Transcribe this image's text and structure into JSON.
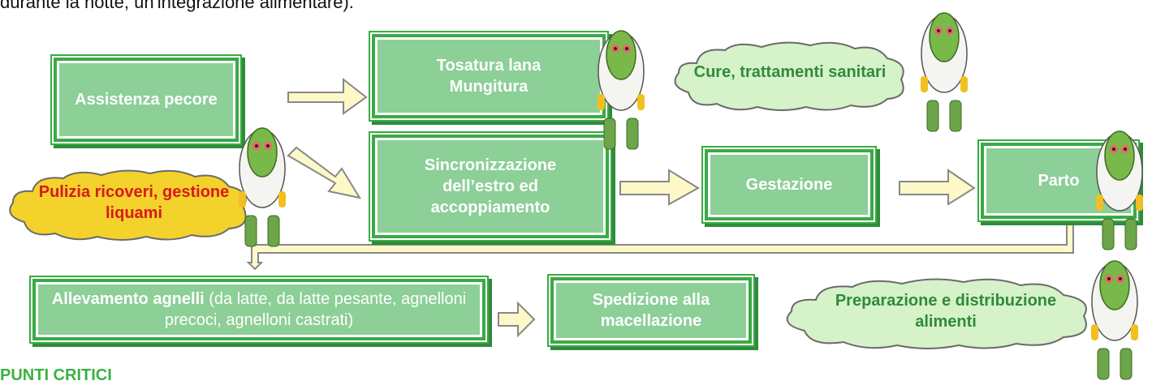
{
  "intro_text": "durante la notte, un'integrazione alimentare).",
  "critical_heading": "PUNTI CRITICI",
  "colors": {
    "box_fill": "#8ccf97",
    "box_border": "#3aaa45",
    "cloud_green": "#d6f2c8",
    "cloud_yellow": "#f3d22c",
    "arrow_fill": "#fcf8c8"
  },
  "boxes": {
    "assistenza": "Assistenza pecore",
    "tosatura_line1": "Tosatura lana",
    "tosatura_line2": "Mungitura",
    "sincronizzazione": "Sincronizzazione dell’estro ed accoppiamento",
    "gestazione": "Gestazione",
    "parto": "Parto",
    "allevamento_bold": "Allevamento agnelli",
    "allevamento_rest": " (da latte, da latte pesante, agnelloni precoci, agnelloni castrati)",
    "spedizione": "Spedizione alla macellazione"
  },
  "clouds": {
    "cure": "Cure, trattamenti sanitari",
    "pulizia": "Pulizia ricoveri, gestione liquami",
    "preparazione": "Preparazione e distribuzione alimenti"
  },
  "icons": [
    "mascot-icon",
    "mascot-icon",
    "mascot-icon",
    "mascot-icon",
    "mascot-icon"
  ]
}
